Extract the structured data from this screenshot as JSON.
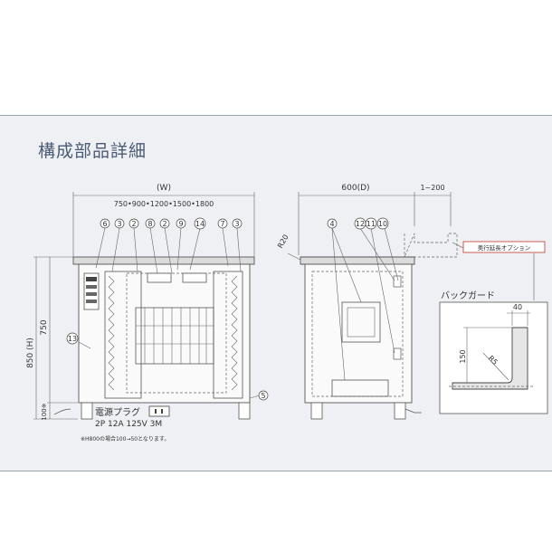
{
  "title": "構成部品詳細",
  "front_view": {
    "width_label": "(W)",
    "width_values": "750•900•1200•1500•1800",
    "height_label": "850 (H)",
    "height_750": "750",
    "height_100": "100※",
    "plug_label": "電源プラグ",
    "plug_spec": "2P 12A 125V 3M",
    "footnote": "※H800の場合100→50となります。",
    "callouts": [
      "6",
      "3",
      "2",
      "8",
      "2",
      "9",
      "14",
      "7",
      "3",
      "13",
      "5"
    ]
  },
  "side_view": {
    "depth_label": "600(D)",
    "extension_label": "1~200",
    "radius_label": "R20",
    "callouts": [
      "4",
      "12",
      "11",
      "10"
    ],
    "option_label": "奥行延長オプション"
  },
  "back_guard": {
    "label": "バックガード",
    "dim_40": "40",
    "dim_150": "150",
    "radius": "R5"
  }
}
